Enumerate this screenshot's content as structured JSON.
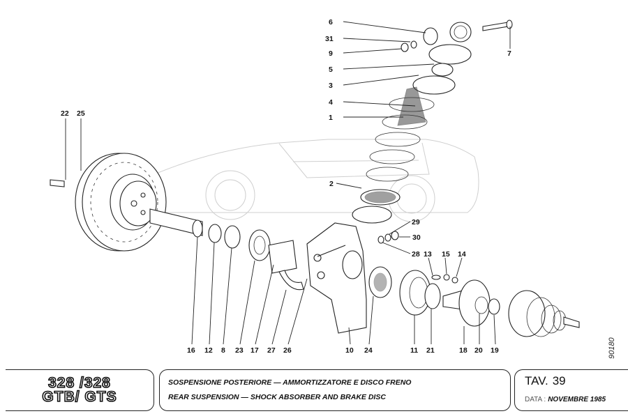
{
  "title_block": {
    "model_line1": "328 /328",
    "model_line2": "GTB/ GTS",
    "description_it": "SOSPENSIONE POSTERIORE — AMMORTIZZATORE E DISCO  FRENO",
    "description_en": "REAR SUSPENSION — SHOCK ABSORBER AND BRAKE DISC",
    "sheet_label": "TAV.",
    "sheet_number": "39",
    "date_label": "DATA :",
    "date_value": "NOVEMBRE 1985"
  },
  "drawing_number": "90180",
  "callouts": {
    "p6": "6",
    "p31": "31",
    "p9": "9",
    "p5": "5",
    "p3": "3",
    "p4": "4",
    "p1": "1",
    "p7": "7",
    "p22": "22",
    "p25": "25",
    "p2": "2",
    "p29": "29",
    "p30": "30",
    "p28": "28",
    "p13": "13",
    "p15": "15",
    "p14": "14",
    "p16": "16",
    "p12": "12",
    "p8": "8",
    "p23": "23",
    "p17": "17",
    "p27": "27",
    "p26": "26",
    "p10": "10",
    "p24": "24",
    "p11": "11",
    "p21": "21",
    "p18": "18",
    "p20": "20",
    "p19": "19"
  },
  "icons": {
    "background": "car-silhouette",
    "assemblies": [
      "brake-disc",
      "shock-absorber",
      "coil-spring",
      "hub-carrier",
      "hub-flange",
      "drive-shaft-boot"
    ]
  }
}
